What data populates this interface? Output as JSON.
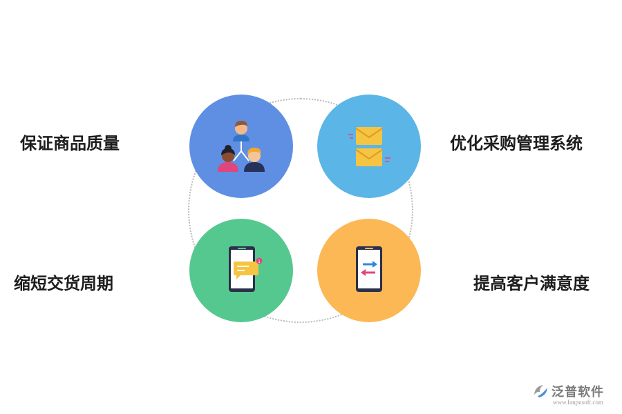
{
  "items": [
    {
      "label": "保证商品质量",
      "icon": "team-hierarchy-icon",
      "color": "#5f8fe3"
    },
    {
      "label": "优化采购管理系统",
      "icon": "envelopes-icon",
      "color": "#5bb5e6"
    },
    {
      "label": "缩短交货周期",
      "icon": "phone-message-icon",
      "color": "#55c88f"
    },
    {
      "label": "提高客户满意度",
      "icon": "phone-transfer-icon",
      "color": "#fcb855"
    }
  ],
  "logo": {
    "name": "泛普软件",
    "url": "www.fanpusoft.com"
  }
}
